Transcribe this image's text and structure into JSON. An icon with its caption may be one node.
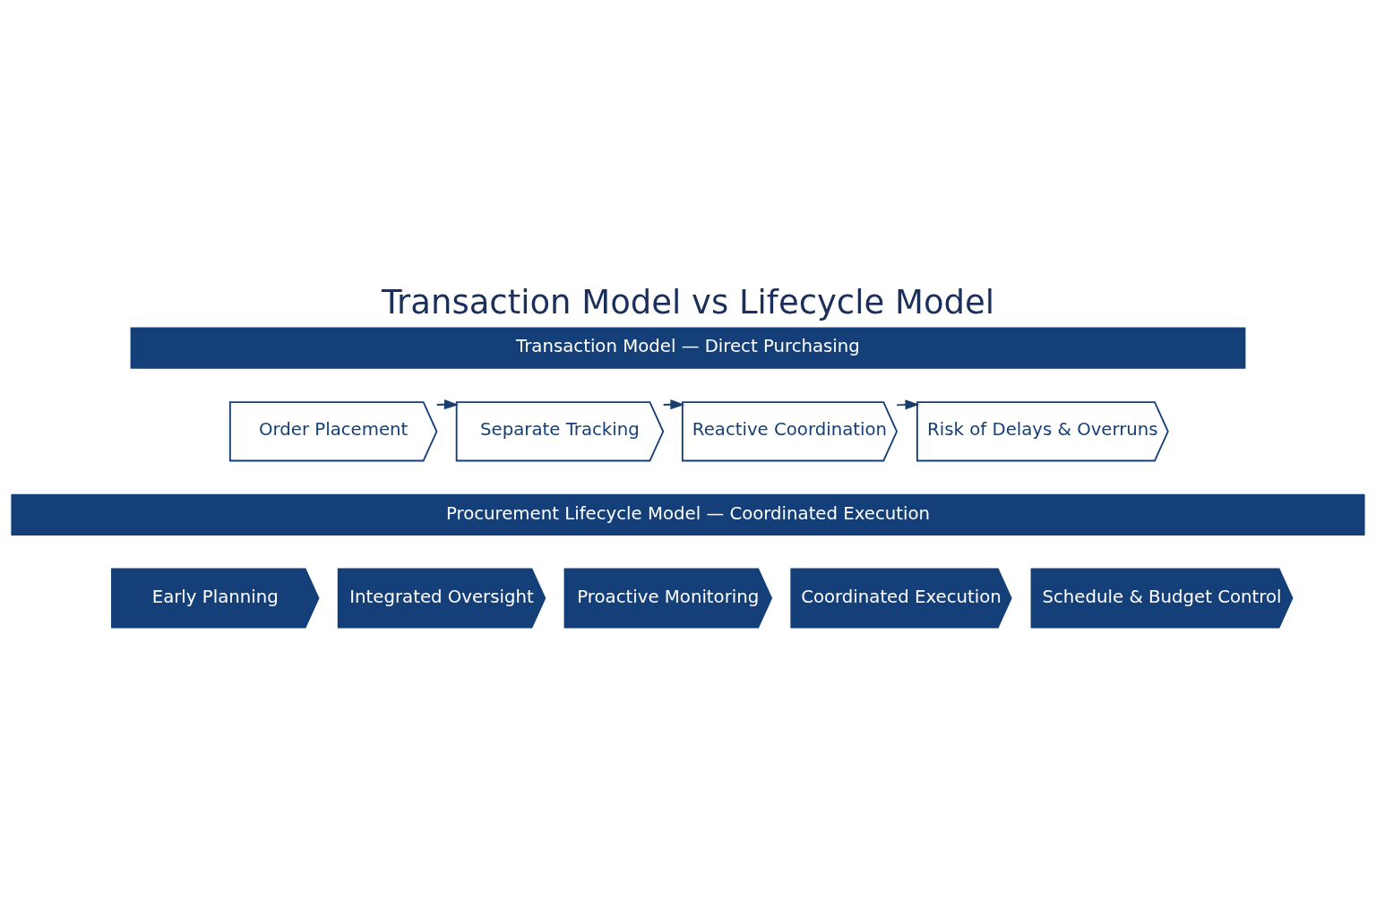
{
  "diagram": {
    "title": "Transaction Model vs Lifecycle Model",
    "nodes": [
      {
        "text": [
          "Transaction Model — Direct Purchasing"
        ]
      },
      {
        "text": [
          "Order Placement"
        ]
      },
      {
        "text": [
          "Separate Tracking"
        ]
      },
      {
        "text": [
          "Reactive Coordination"
        ]
      },
      {
        "text": [
          "Risk of Delays & Overruns"
        ]
      },
      {
        "text": [
          "Procurement Lifecycle Model — Coordinated Execution"
        ]
      },
      {
        "text": [
          "Early Planning"
        ]
      },
      {
        "text": [
          "Integrated Oversight"
        ]
      },
      {
        "text": [
          "Proactive Monitoring"
        ]
      },
      {
        "text": [
          "Coordinated Execution"
        ]
      },
      {
        "text": [
          "Schedule & Budget Control"
        ]
      }
    ],
    "edges": [
      {
        "from": 1,
        "to": 2,
        "arrow": "to"
      },
      {
        "from": 2,
        "to": 3,
        "arrow": "to"
      },
      {
        "from": 3,
        "to": 4,
        "arrow": "to"
      }
    ]
  }
}
